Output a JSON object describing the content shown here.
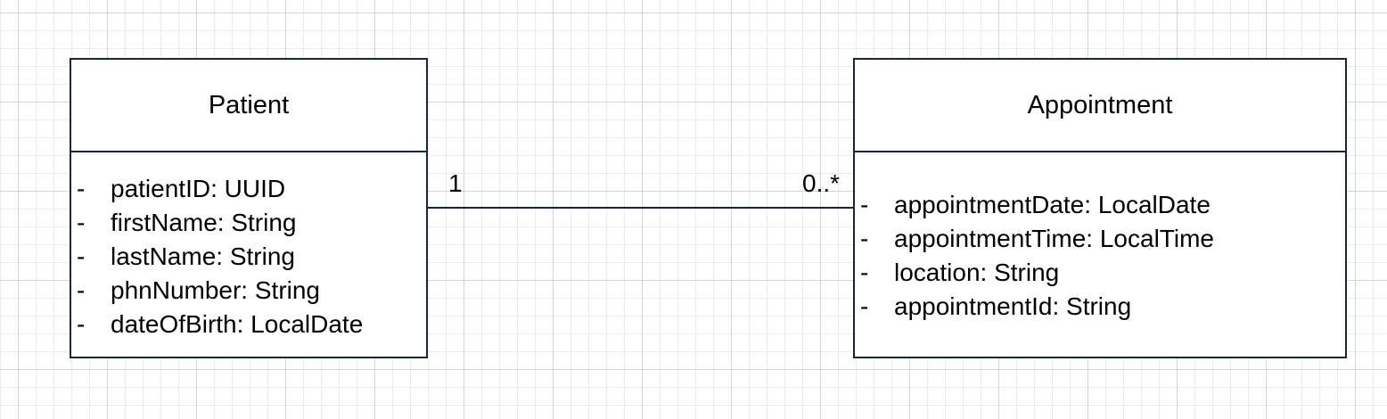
{
  "classes": {
    "patient": {
      "name": "Patient",
      "attributes": [
        {
          "visibility": "-",
          "text": "patientID: UUID"
        },
        {
          "visibility": "-",
          "text": "firstName: String"
        },
        {
          "visibility": "-",
          "text": "lastName: String"
        },
        {
          "visibility": "-",
          "text": "phnNumber: String"
        },
        {
          "visibility": "-",
          "text": "dateOfBirth: LocalDate"
        }
      ]
    },
    "appointment": {
      "name": "Appointment",
      "attributes": [
        {
          "visibility": "-",
          "text": "appointmentDate: LocalDate"
        },
        {
          "visibility": "-",
          "text": "appointmentTime: LocalTime"
        },
        {
          "visibility": "-",
          "text": "location: String"
        },
        {
          "visibility": "-",
          "text": "appointmentId: String"
        }
      ]
    }
  },
  "association": {
    "source_multiplicity": "1",
    "target_multiplicity": "0..*"
  },
  "colors": {
    "border": "#1c2540",
    "grid_major": "#d4d4d4",
    "grid_minor": "#ececec",
    "background": "#ffffff"
  }
}
